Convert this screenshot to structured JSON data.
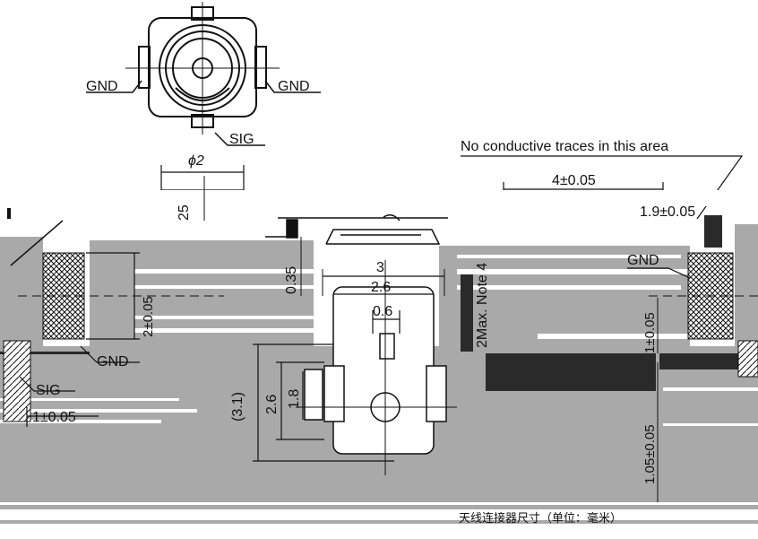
{
  "labels": {
    "gnd_left_top": "GND",
    "gnd_right_top": "GND",
    "sig_top": "SIG",
    "phi2": "ϕ2",
    "no_traces": "No conductive traces in this area",
    "dim_4": "4±0.05",
    "dim_1_9": "1.9±0.05",
    "dim_25": "25",
    "dim_0_35": "0.35",
    "dim_3": "3",
    "dim_2_6_top": "2.6",
    "dim_0_6": "0.6",
    "note4": "2Max. Note 4",
    "gnd_right_mid": "GND",
    "dim_2_0_05": "2±0.05",
    "dim_1_0_05_right": "1±0.05",
    "gnd_left_mid": "GND",
    "sig_left": "SIG",
    "dim_1_0_05_left": "1±0.05",
    "dim_3_1": "(3.1)",
    "dim_2_6_left": "2.6",
    "dim_1_8": "1.8",
    "dim_1_05": "1.05±0.05",
    "caption": "天线连接器尺寸（单位：毫米）"
  },
  "colors": {
    "ink": "#111111",
    "gray_band": "#a9a9a9",
    "dark_band": "#2a2a2a"
  }
}
